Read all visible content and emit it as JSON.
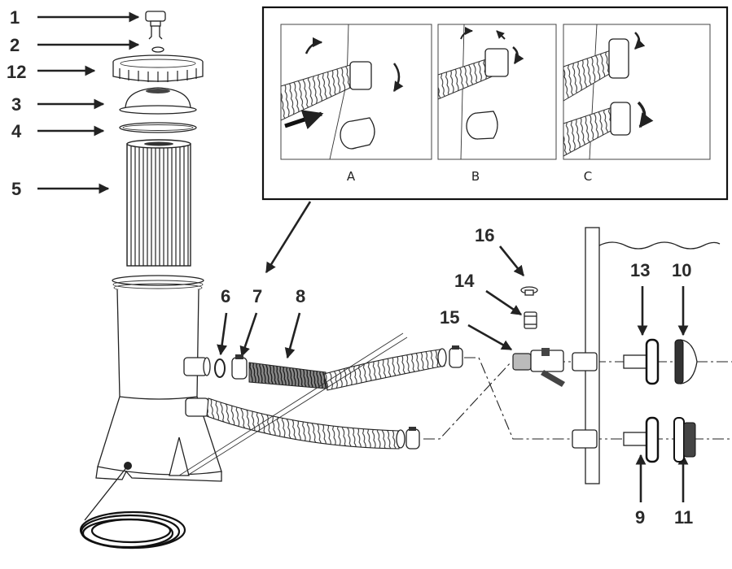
{
  "diagram": {
    "title": "Filter pump exploded assembly diagram",
    "part_labels": [
      {
        "id": "1",
        "text": "1"
      },
      {
        "id": "2",
        "text": "2"
      },
      {
        "id": "12",
        "text": "12"
      },
      {
        "id": "3",
        "text": "3"
      },
      {
        "id": "4",
        "text": "4"
      },
      {
        "id": "5",
        "text": "5"
      },
      {
        "id": "6",
        "text": "6"
      },
      {
        "id": "7",
        "text": "7"
      },
      {
        "id": "8",
        "text": "8"
      },
      {
        "id": "16",
        "text": "16"
      },
      {
        "id": "14",
        "text": "14"
      },
      {
        "id": "15",
        "text": "15"
      },
      {
        "id": "13",
        "text": "13"
      },
      {
        "id": "10",
        "text": "10"
      },
      {
        "id": "9",
        "text": "9"
      },
      {
        "id": "11",
        "text": "11"
      }
    ],
    "inset": {
      "steps": [
        {
          "label": "A"
        },
        {
          "label": "B"
        },
        {
          "label": "C"
        }
      ]
    }
  }
}
